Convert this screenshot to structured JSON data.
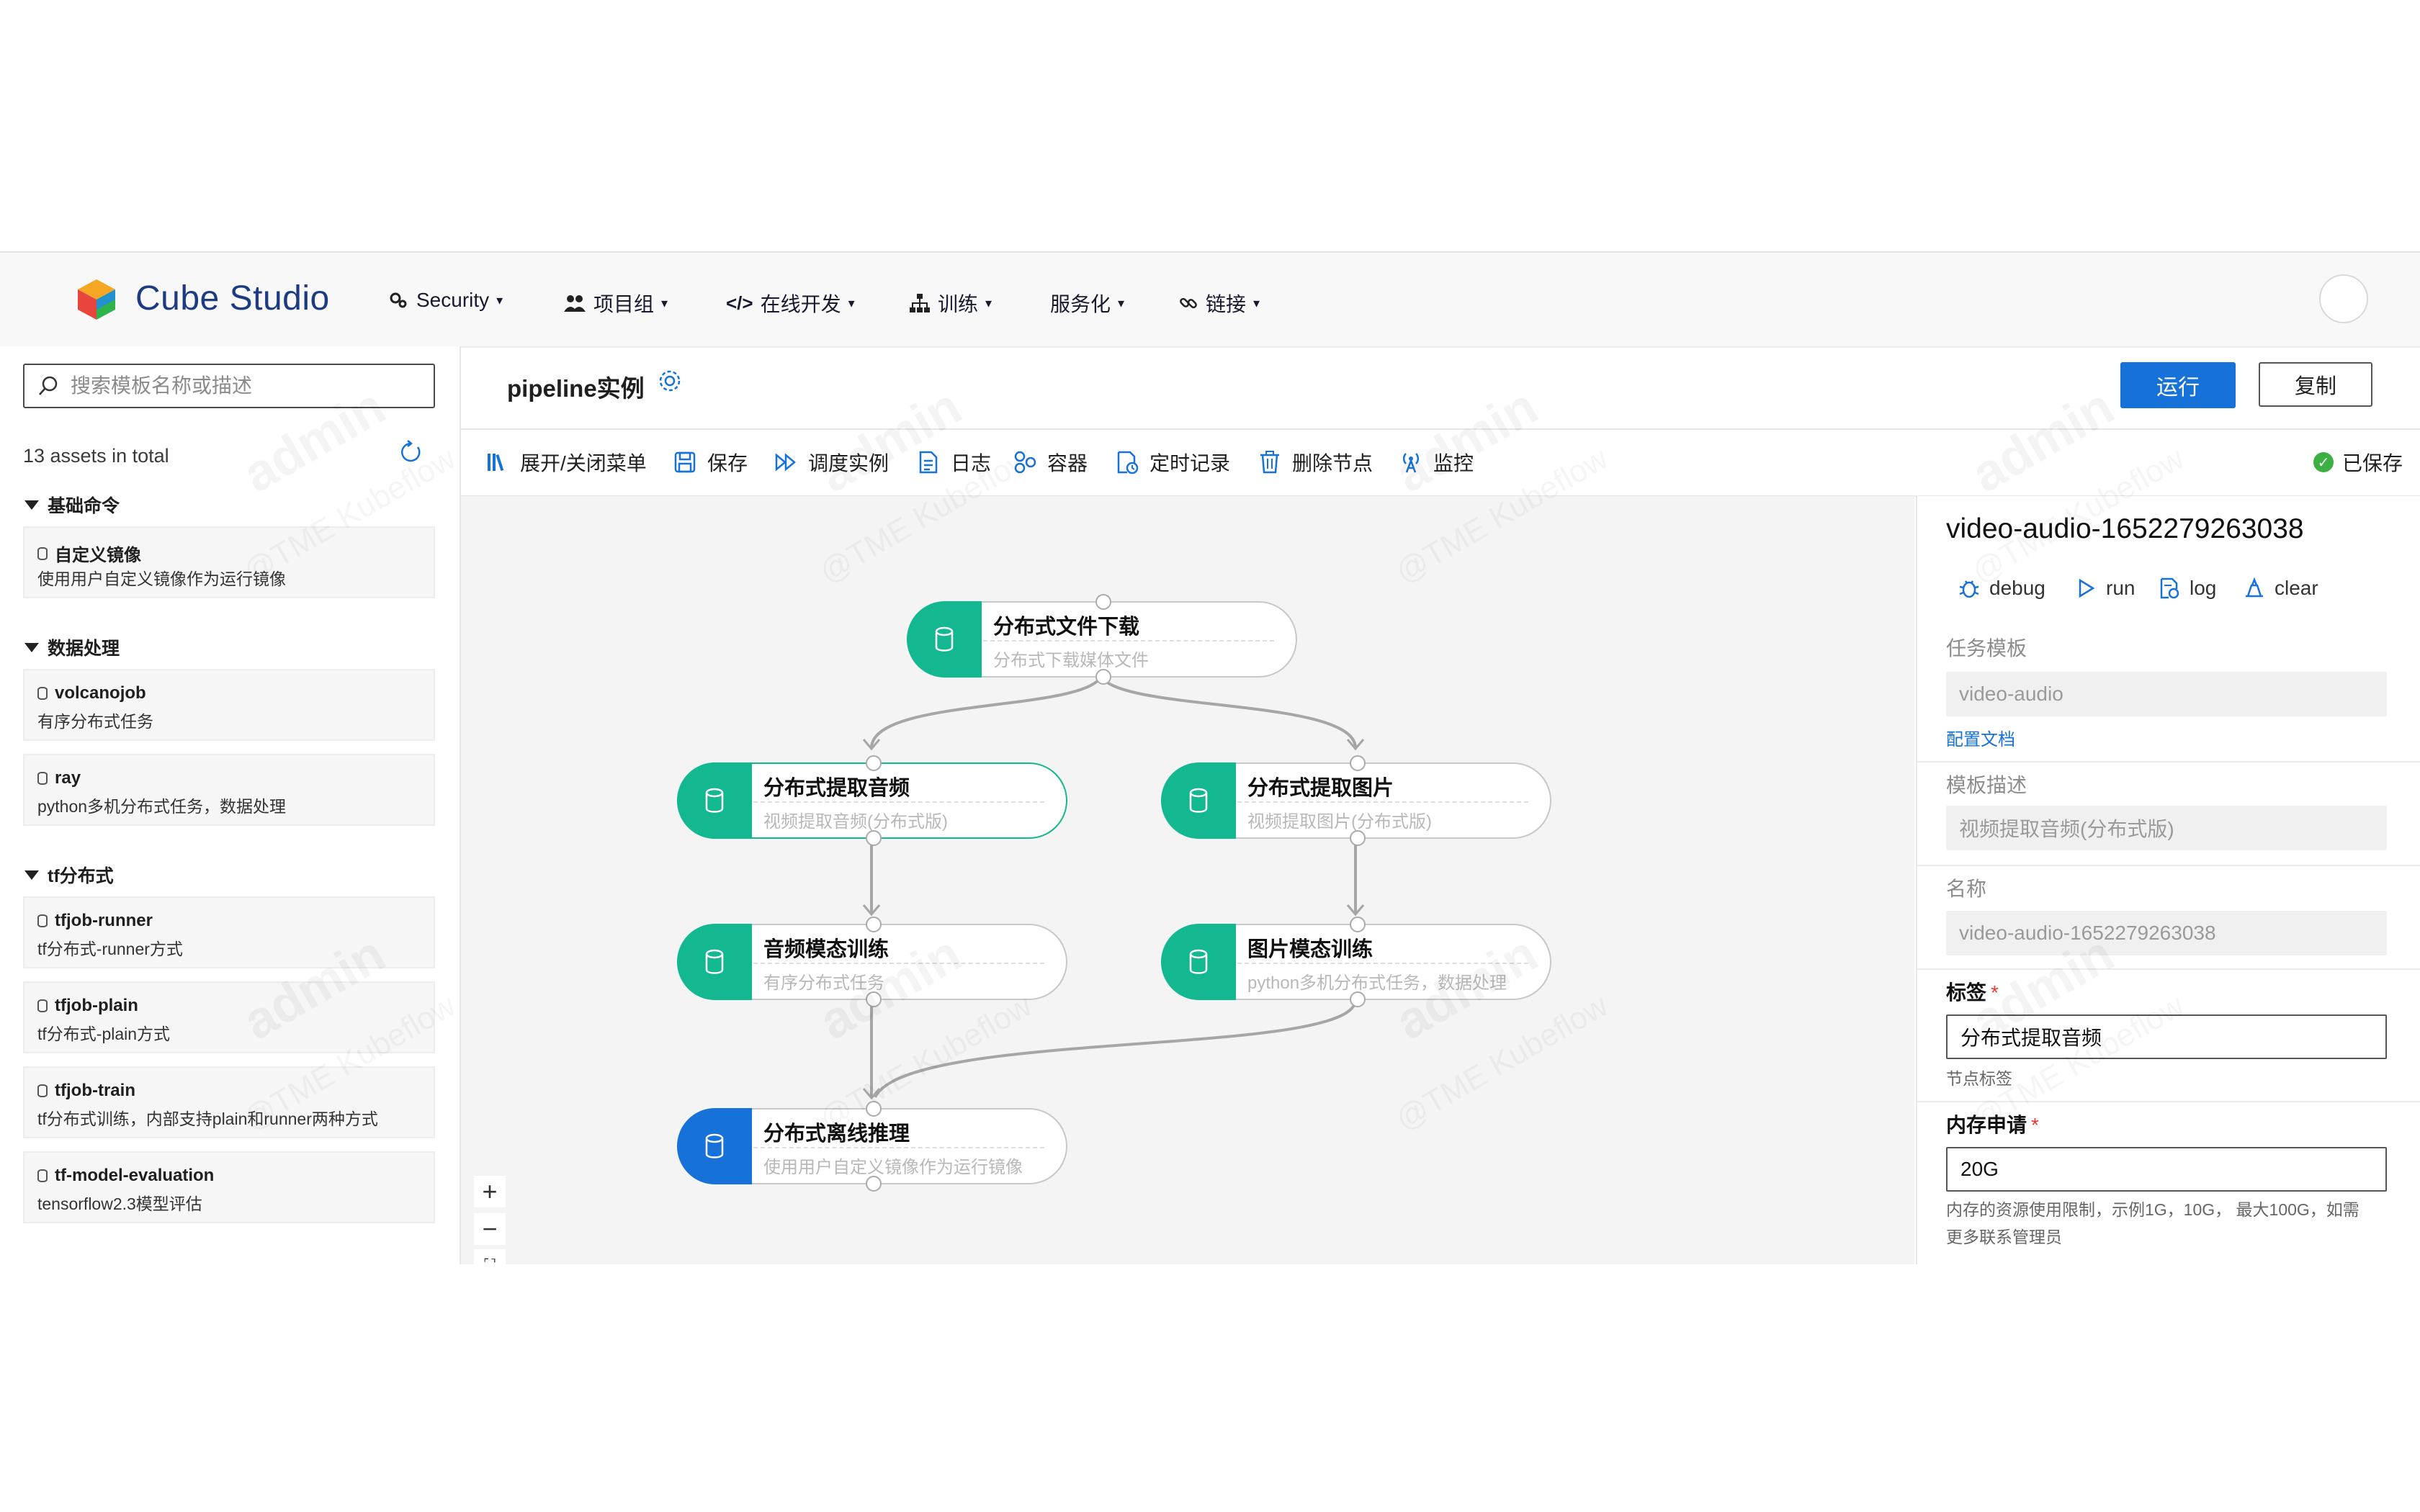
{
  "app": {
    "brand": "Cube Studio"
  },
  "nav": [
    {
      "label": "Security"
    },
    {
      "label": "项目组"
    },
    {
      "label": "在线开发"
    },
    {
      "label": "训练"
    },
    {
      "label": "服务化"
    },
    {
      "label": "链接"
    }
  ],
  "sidebar": {
    "search_placeholder": "搜索模板名称或描述",
    "assets_total": "13 assets in total",
    "categories": [
      {
        "label": "基础命令"
      },
      {
        "label": "数据处理"
      },
      {
        "label": "tf分布式"
      }
    ],
    "items": [
      {
        "name": "自定义镜像",
        "desc": "使用用户自定义镜像作为运行镜像"
      },
      {
        "name": "volcanojob",
        "desc": "有序分布式任务"
      },
      {
        "name": "ray",
        "desc": "python多机分布式任务，数据处理"
      },
      {
        "name": "tfjob-runner",
        "desc": "tf分布式-runner方式"
      },
      {
        "name": "tfjob-plain",
        "desc": "tf分布式-plain方式"
      },
      {
        "name": "tfjob-train",
        "desc": "tf分布式训练，内部支持plain和runner两种方式"
      },
      {
        "name": "tf-model-evaluation",
        "desc": "tensorflow2.3模型评估"
      }
    ]
  },
  "header": {
    "pipeline_title": "pipeline实例",
    "run_label": "运行",
    "copy_label": "复制"
  },
  "toolbar": {
    "items": [
      {
        "label": "展开/关闭菜单",
        "icon": "library-icon"
      },
      {
        "label": "保存",
        "icon": "save-icon"
      },
      {
        "label": "调度实例",
        "icon": "fast-forward-icon"
      },
      {
        "label": "日志",
        "icon": "document-icon"
      },
      {
        "label": "容器",
        "icon": "container-icon"
      },
      {
        "label": "定时记录",
        "icon": "schedule-icon"
      },
      {
        "label": "删除节点",
        "icon": "trash-icon"
      },
      {
        "label": "监控",
        "icon": "antenna-icon"
      }
    ],
    "saved_label": "已保存"
  },
  "pipeline": {
    "nodes": [
      {
        "title": "分布式文件下载",
        "desc": "分布式下载媒体文件",
        "color": "#14b890"
      },
      {
        "title": "分布式提取音频",
        "desc": "视频提取音频(分布式版)",
        "color": "#14b890"
      },
      {
        "title": "分布式提取图片",
        "desc": "视频提取图片(分布式版)",
        "color": "#14b890"
      },
      {
        "title": "音频模态训练",
        "desc": "有序分布式任务",
        "color": "#14b890"
      },
      {
        "title": "图片模态训练",
        "desc": "python多机分布式任务，数据处理",
        "color": "#14b890"
      },
      {
        "title": "分布式离线推理",
        "desc": "使用用户自定义镜像作为运行镜像",
        "color": "#1672d9"
      }
    ],
    "zoom_in": "+",
    "zoom_out": "−"
  },
  "panel": {
    "title": "video-audio-1652279263038",
    "actions": [
      {
        "label": "debug",
        "icon": "bug-icon"
      },
      {
        "label": "run",
        "icon": "play-icon"
      },
      {
        "label": "log",
        "icon": "log-icon"
      },
      {
        "label": "clear",
        "icon": "clear-icon"
      }
    ],
    "template_label": "任务模板",
    "template_value": "video-audio",
    "doc_link": "配置文档",
    "desc_label": "模板描述",
    "desc_value": "视频提取音频(分布式版)",
    "name_label": "名称",
    "name_value": "video-audio-1652279263038",
    "tag_label": "标签",
    "tag_value": "分布式提取音频",
    "tag_hint": "节点标签",
    "mem_label": "内存申请",
    "mem_value": "20G",
    "mem_hint_1": "内存的资源使用限制，示例1G，10G， 最大100G，如需",
    "mem_hint_2": "更多联系管理员",
    "required_mark": "*"
  },
  "watermark": {
    "user": "admin",
    "org": "@TME Kubeflow"
  },
  "colors": {
    "primary": "#1672d9",
    "node_green": "#14b890",
    "saved_green": "#3cb043",
    "brand_text": "#1d3b83"
  }
}
